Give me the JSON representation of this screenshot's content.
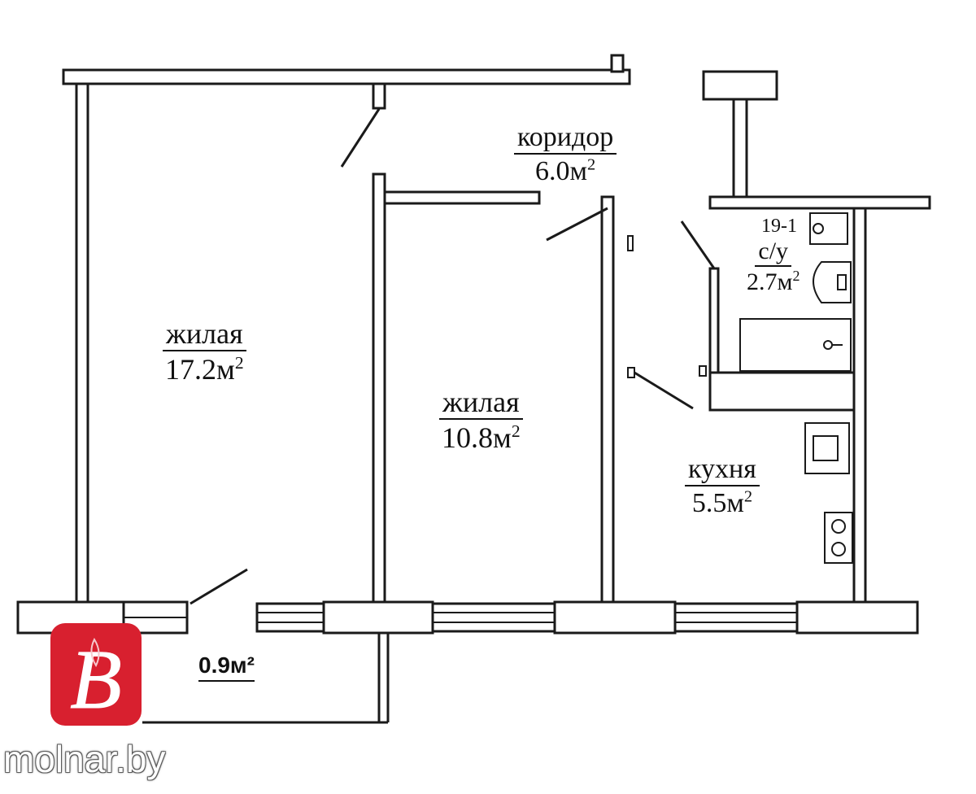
{
  "rooms": [
    {
      "name": "жилая",
      "area": "17.2м",
      "sup": "2"
    },
    {
      "name": "жилая",
      "area": "10.8м",
      "sup": "2"
    },
    {
      "name": "коридор",
      "area": "6.0м",
      "sup": "2"
    },
    {
      "name": "с/у",
      "area": "2.7м",
      "sup": "2"
    },
    {
      "name": "кухня",
      "area": "5.5м",
      "sup": "2"
    }
  ],
  "balcony": {
    "area": "0.9м²"
  },
  "unit_tag": "19-1",
  "brand": {
    "logo_letter": "B",
    "site": "molnar.by",
    "logo_color": "#d8202f"
  },
  "colors": {
    "wall_fill": "#ffffff",
    "wall_stroke": "#1a1a1a"
  }
}
